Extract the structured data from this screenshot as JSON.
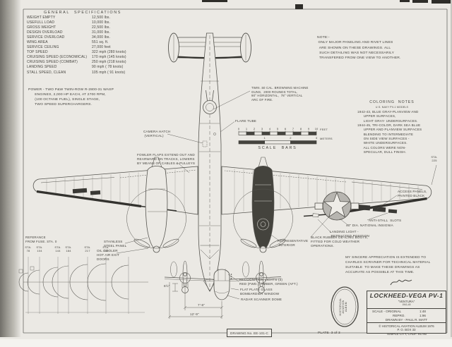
{
  "page": {
    "drawing_number": "DRAWING  No. EE-101-C",
    "plate": "PLATE  3 of 3"
  },
  "specs": {
    "title": "GENERAL  SPECIFICATIONS",
    "rows": [
      {
        "label": "WEIGHT EMPTY",
        "value": "12,500  lbs."
      },
      {
        "label": "USEFULL LOAD",
        "value": "10,000  lbs."
      },
      {
        "label": "GROSS WEIGHT",
        "value": "22,500  lbs."
      },
      {
        "label": "DESIGN OVERLOAD",
        "value": "31,000  lbs."
      },
      {
        "label": "SERVICE OVERLOAD",
        "value": "34,000  lbs."
      },
      {
        "label": "WING AREA",
        "value": "551  sq. ft."
      },
      {
        "label": "SERVICE CEILING",
        "value": "27,000  feet"
      },
      {
        "label": "TOP SPEED",
        "value": "322  mph  (280 knots)"
      },
      {
        "label": "CRUISING SPEED (ECONOMICAL)",
        "value": "170  mph  (145  knots)"
      },
      {
        "label": "CRUISING SPEED (COMBAT)",
        "value": "250  mph  (218  knots)"
      },
      {
        "label": "LANDING SPEED",
        "value": "90  mph  ( 78  knots)"
      },
      {
        "label": "STALL SPEED, CLEAN",
        "value": "105  mph  ( 91  knots)"
      }
    ],
    "power_note": "POWER - TWO P&W TWIN-ROW R-2800-31 WASP\n      ENGINES, 2,000 HP EACH, AT 2700 RPM,\n      (100 OCTANE FUEL), SINGLE STAGE,\n      TWO SPEED SUPERCHARGERS."
  },
  "paneling_note": "NOTE:-\n ONLY MAJOR PANELING AND RIVET LINES\n  ARE SHOWN ON THESE DRAWINGS. ALL\n  SUCH DETAILING WAS NOT NECESSARILY\n  TRANSFERED FROM ONE VIEW TO ANOTHER.",
  "coloring_notes": {
    "title": "COLORING  NOTES",
    "subtitle": "U.S. NAVY PV-1 MODELS",
    "body": "1942-43, BLUE GRAY-PLANVIEW AND\n      UPPER SURFACES,\n      LIGHT GRAY- UNDERSURFACES.\n1944-45, TRI-COLOR, DARK SEA BLUE\n      UPPER AND PLANVIEW SURFACES\n      BLENDING TO INTERMEDIATE\n      ON SIDE VIEW SURFACES -\n      WHITE UNDERSURFACES.\n      ALL COLORS WERE NON-\n      SPECULAR, DULL FINISH."
  },
  "scale_bars": {
    "caption": "SCALE  BARS",
    "feet_label": "FEET",
    "meters_label": "METERS",
    "feet_ticks": [
      "0",
      "1",
      "2",
      "3",
      "4",
      "5",
      "6",
      "7",
      "8",
      "9",
      "10"
    ],
    "meters_ticks": [
      "1",
      "2",
      "3"
    ]
  },
  "callouts": {
    "machine_guns": "TWIN .50 CAL. BROWNING MACHINE\nGUNS,  2000 ROUNDS TOTAL,\n90° HORIZONTAL,  78° VERTICAL\nARC OF FIRE.",
    "flare_tube": "FLARE TUBE",
    "camera_hatch": "CAMERA HATCH\n (VERTICAL)",
    "fowler_flaps": "FOWLER FLAPS EXTEND OUT AND\nREARWARD ON TRACKS, LOWERS\nBY MEANS OF CABLES & PULLEYS",
    "stainless_panel": "STAINLESS\nSTEEL PANEL",
    "oil_cooler": "OIL COOLER\nHOT AIR EXIT\nDOORS",
    "access_panels": "ACCESS PANELS,\nPAINTED BLACK",
    "anti_stall": "ANTI-STALL  SLOTS",
    "insignia": "40\" DIA. NATIONAL INSIGNIA",
    "landing_light": "LANDING LIGHT -\n RETRACTED POSITION",
    "deicing_boots": "BLACK RUBBER DE-ICING BOOTS,\nFITTED FOR COLD WEATHER\nOPERATIONS.",
    "representative_interior": "REPRESENTATIVE\n INTERIOR",
    "recognition_lights": "RECOGNITION LIGHTS (3)\nRED (FWD.), AMBER, GREEN (AFT.)",
    "bombardier_window": "FLAT PLATE GLASS\nBOMBARDIER WINDOW",
    "radar_dome": "RADAR SCANNER DOME",
    "wing_station": "STA.\n225"
  },
  "cross_sections": {
    "reference_note": "REFERANCE\nFROM FUSE. STA. 0",
    "stations": [
      "STA.\n78",
      "STA.\n104",
      "STA.\n144",
      "STA.\n184",
      "STA.\n217",
      "STA.\n255"
    ]
  },
  "dimensions": {
    "nose_offset": "6½\"",
    "prop_to_center": "7'-6\"",
    "gear_track": "12'-9\""
  },
  "appreciation_note": "MY SINCERE APPRECIATION IS EXTENDED TO\nCHARLES SCRIVNER FOR TECHNICAL MATERIAL\nSUITABLE  TO MAKE THESE DRAWINGS AS\nACCURATE AS POSSIBLE AT THIS TIME.",
  "title_block": {
    "title": "LOCKHEED-VEGA PV-1",
    "subtitle": "\"VENTURA\"",
    "years": "1941-45",
    "scale_label": "SCALE - ORIGINAL",
    "scale_value": "1:48",
    "repro_label": "REPRO.",
    "repro_value": "1:96",
    "drawn_by": "DRAWN  BY - PAUL  R. MATT",
    "copyright": "© HISTORICAL  AVIATION  ALBUM  1976",
    "po_box": "P. O. BOX 33",
    "city": "TEMPLE  CITY,  CALIF.  91780"
  },
  "logo": {
    "stamp_text": "HISTORICAL\nAVIATION\nALBUM"
  },
  "colors": {
    "paper": "#ebe9e4",
    "ink": "#45443f",
    "boot_black": "#33322e"
  }
}
